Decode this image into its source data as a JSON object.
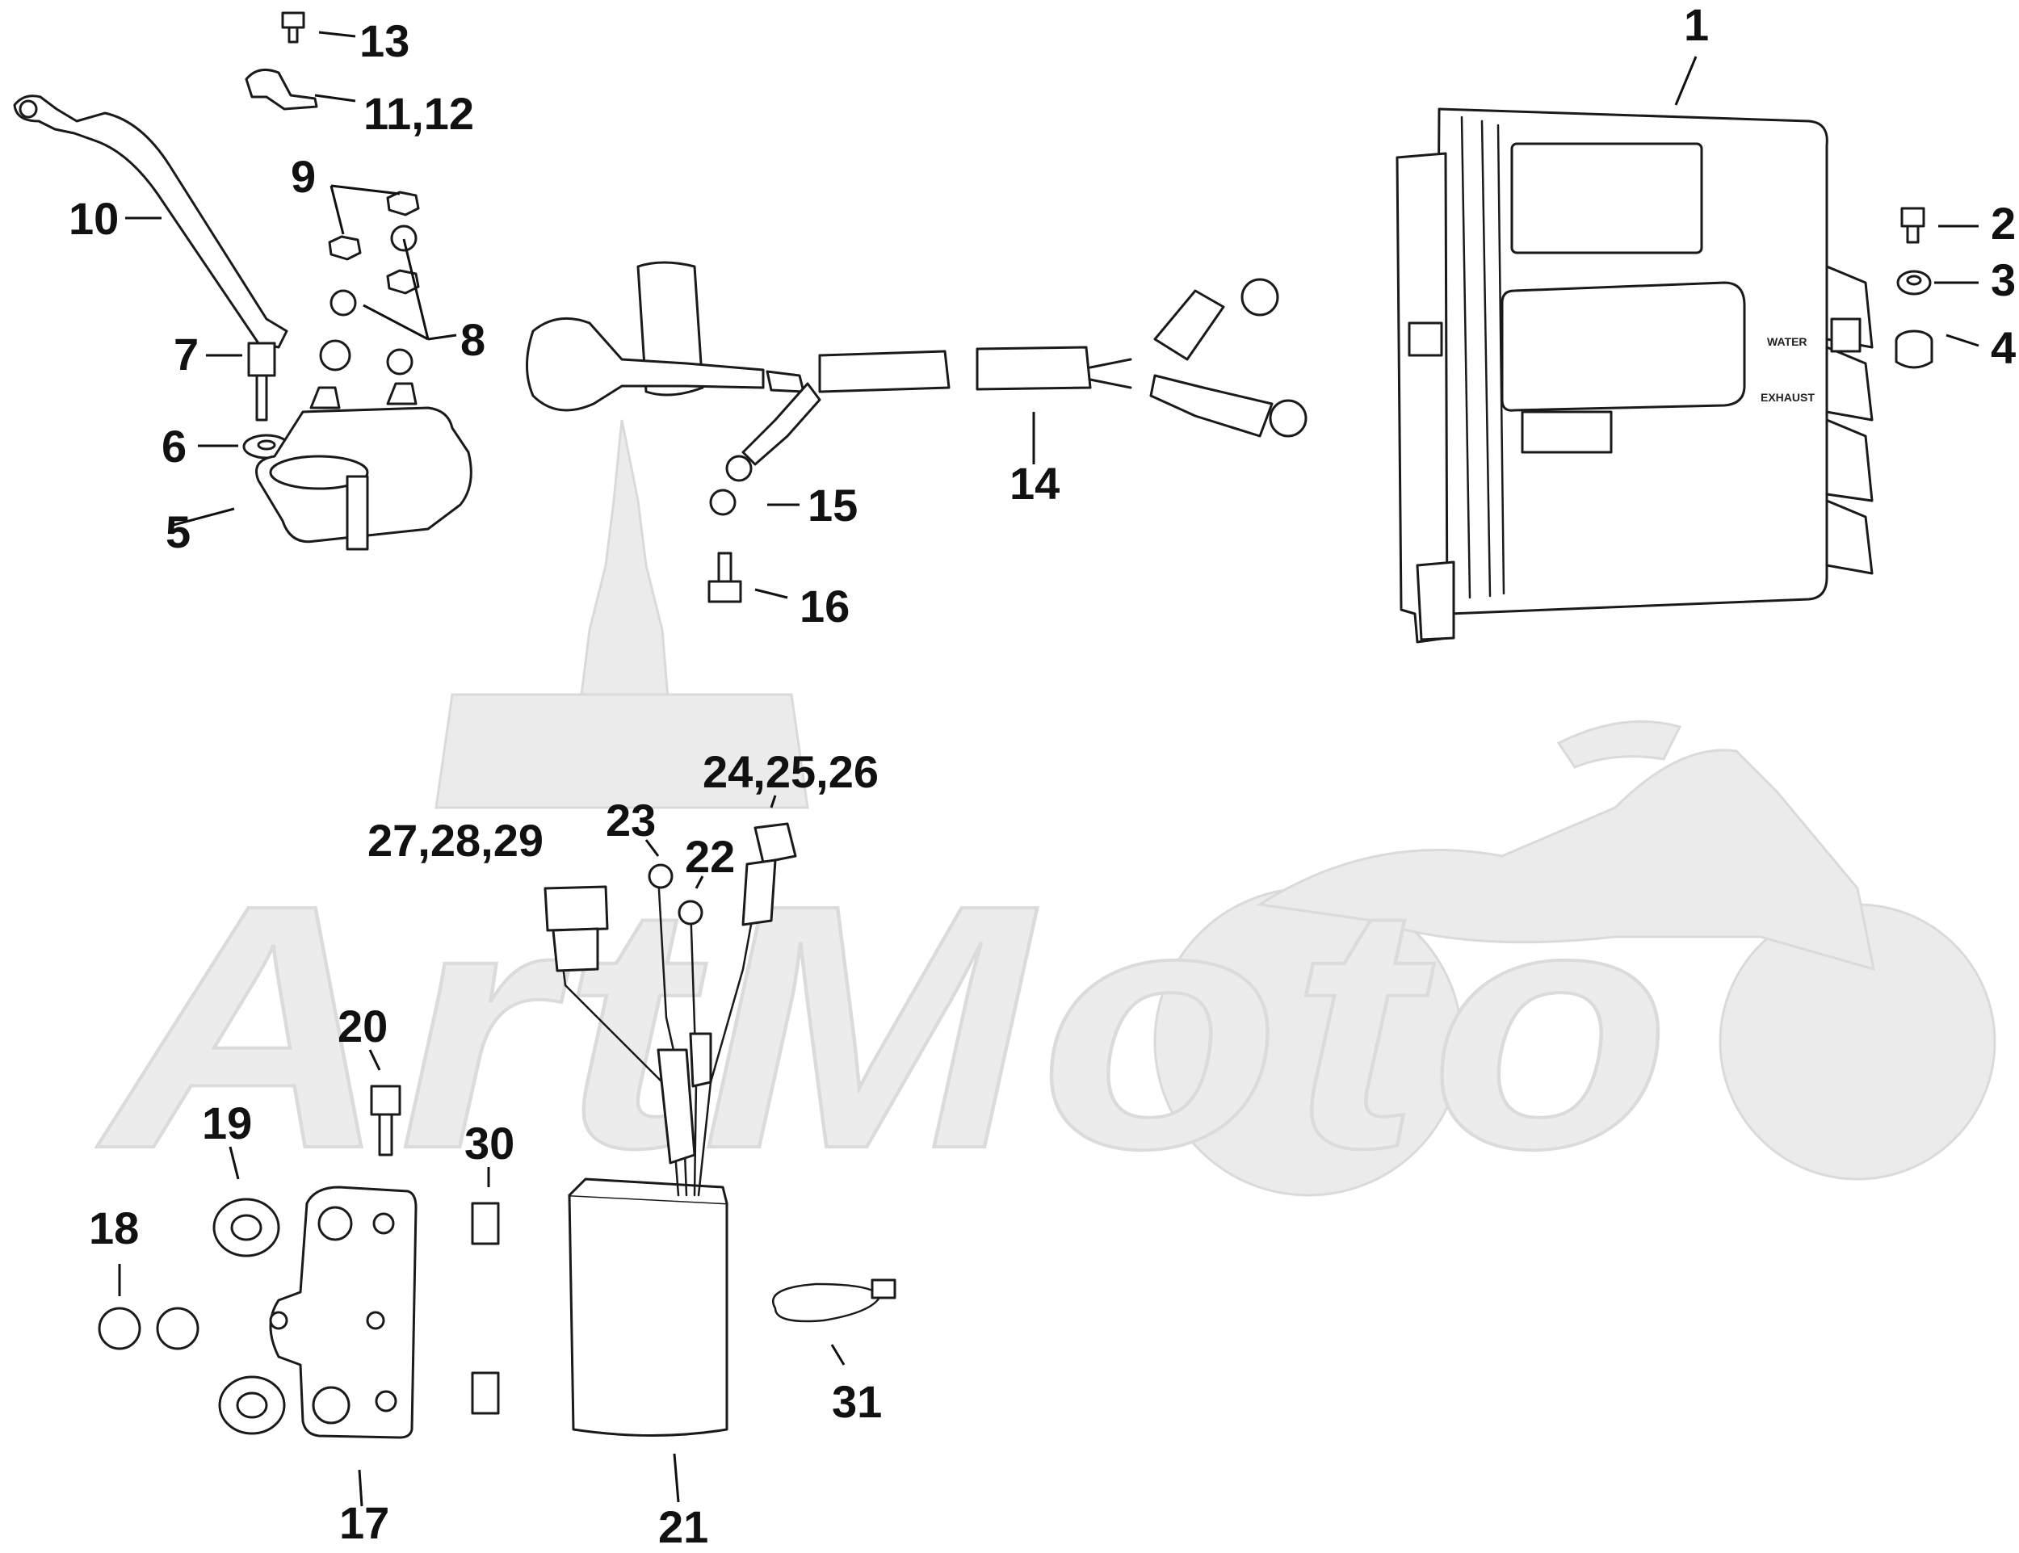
{
  "diagram": {
    "callouts": [
      "1",
      "2",
      "3",
      "4",
      "5",
      "6",
      "7",
      "8",
      "9",
      "10",
      "11,12",
      "13",
      "14",
      "15",
      "16",
      "17",
      "18",
      "19",
      "20",
      "21",
      "22",
      "23",
      "24,25,26",
      "27,28,29",
      "30",
      "31"
    ],
    "module_labels": {
      "water": "WATER",
      "exhaust": "EXHAUST"
    },
    "watermark": {
      "text": "ArtMoto",
      "color": "#e6e6e6"
    },
    "line_color": "#1a1a1a"
  }
}
